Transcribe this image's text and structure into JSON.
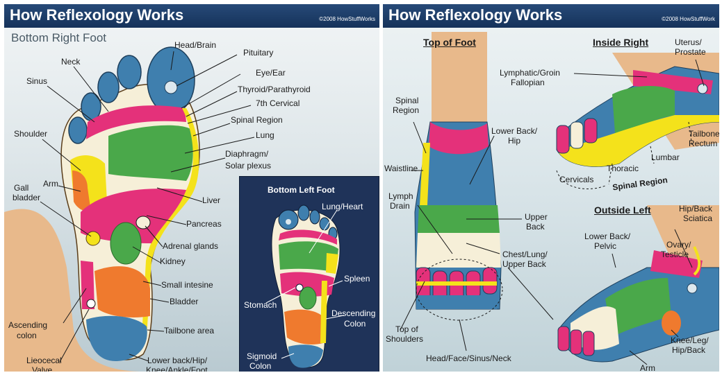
{
  "left": {
    "header_title": "How Reflexology Works",
    "copyright": "©2008 HowStuffWorks",
    "subtitle": "Bottom Right Foot",
    "labels": {
      "head_brain": "Head/Brain",
      "pituitary": "Pituitary",
      "neck": "Neck",
      "eye_ear": "Eye/Ear",
      "sinus": "Sinus",
      "thyroid": "Thyroid/Parathyroid",
      "cervical": "7th Cervical",
      "spinal_region": "Spinal Region",
      "shoulder": "Shoulder",
      "lung": "Lung",
      "diaphragm": "Diaphragm/",
      "solar_plexus": "Solar plexus",
      "gall": "Gall",
      "bladder_gall": "bladder",
      "arm": "Arm",
      "liver": "Liver",
      "pancreas": "Pancreas",
      "adrenal": "Adrenal glands",
      "kidney": "Kidney",
      "small_intestine": "Small intesine",
      "bladder": "Bladder",
      "ascending": "Ascending",
      "colon": "colon",
      "tailbone_area": "Tailbone area",
      "ileocecal": "Lieocecal",
      "valve": "Valve",
      "lower_back": "Lower back/Hip/",
      "knee_ankle": "Knee/Ankle/Foot"
    },
    "inset": {
      "title": "Bottom Left Foot",
      "lung_heart": "Lung/Heart",
      "spleen": "Spleen",
      "stomach": "Stomach",
      "descending": "Descending",
      "colon": "Colon",
      "sigmoid": "Sigmoid",
      "sigmoid_colon": "Colon"
    }
  },
  "right": {
    "header_title": "How Reflexology Works",
    "copyright": "©2008 HowStuffWork",
    "top_of_foot": "Top of Foot",
    "inside_right": "Inside Right",
    "outside_left": "Outside Left",
    "labels": {
      "uterus": "Uterus/",
      "prostate": "Prostate",
      "lymphatic": "Lymphatic/Groin",
      "fallopian": "Fallopian",
      "spinal": "Spinal",
      "region": "Region",
      "lower_back": "Lower Back/",
      "hip": "Hip",
      "tailbone": "Tailbone",
      "rectum": "Rectum",
      "waistline": "Waistline",
      "lumbar": "Lumbar",
      "thoracic": "Thoracic",
      "cervicals": "Cervicals",
      "spinal_region": "Spinal Region",
      "lymph": "Lymph",
      "drain": "Drain",
      "upper": "Upper",
      "back": "Back",
      "hip_back": "Hip/Back",
      "sciatica": "Sciatica",
      "lower_back_pelvic": "Lower Back/",
      "pelvic": "Pelvic",
      "ovary": "Ovary/",
      "testicle": "Testicle",
      "chest": "Chest/Lung/",
      "upper_back": "Upper Back",
      "top_of": "Top of",
      "shoulders": "Shoulders",
      "head_face": "Head/Face/Sinus/Neck",
      "knee_leg": "Knee/Leg/",
      "hip_back2": "Hip/Back",
      "arm": "Arm"
    }
  },
  "colors": {
    "header": "#1c3a66",
    "blue_zone": "#3f7fae",
    "pink_zone": "#e4317a",
    "yellow_zone": "#f4e21b",
    "green_zone": "#4aa84a",
    "orange_zone": "#ef7a2e",
    "cream_zone": "#f6efd8",
    "skin": "#e8b98b"
  }
}
